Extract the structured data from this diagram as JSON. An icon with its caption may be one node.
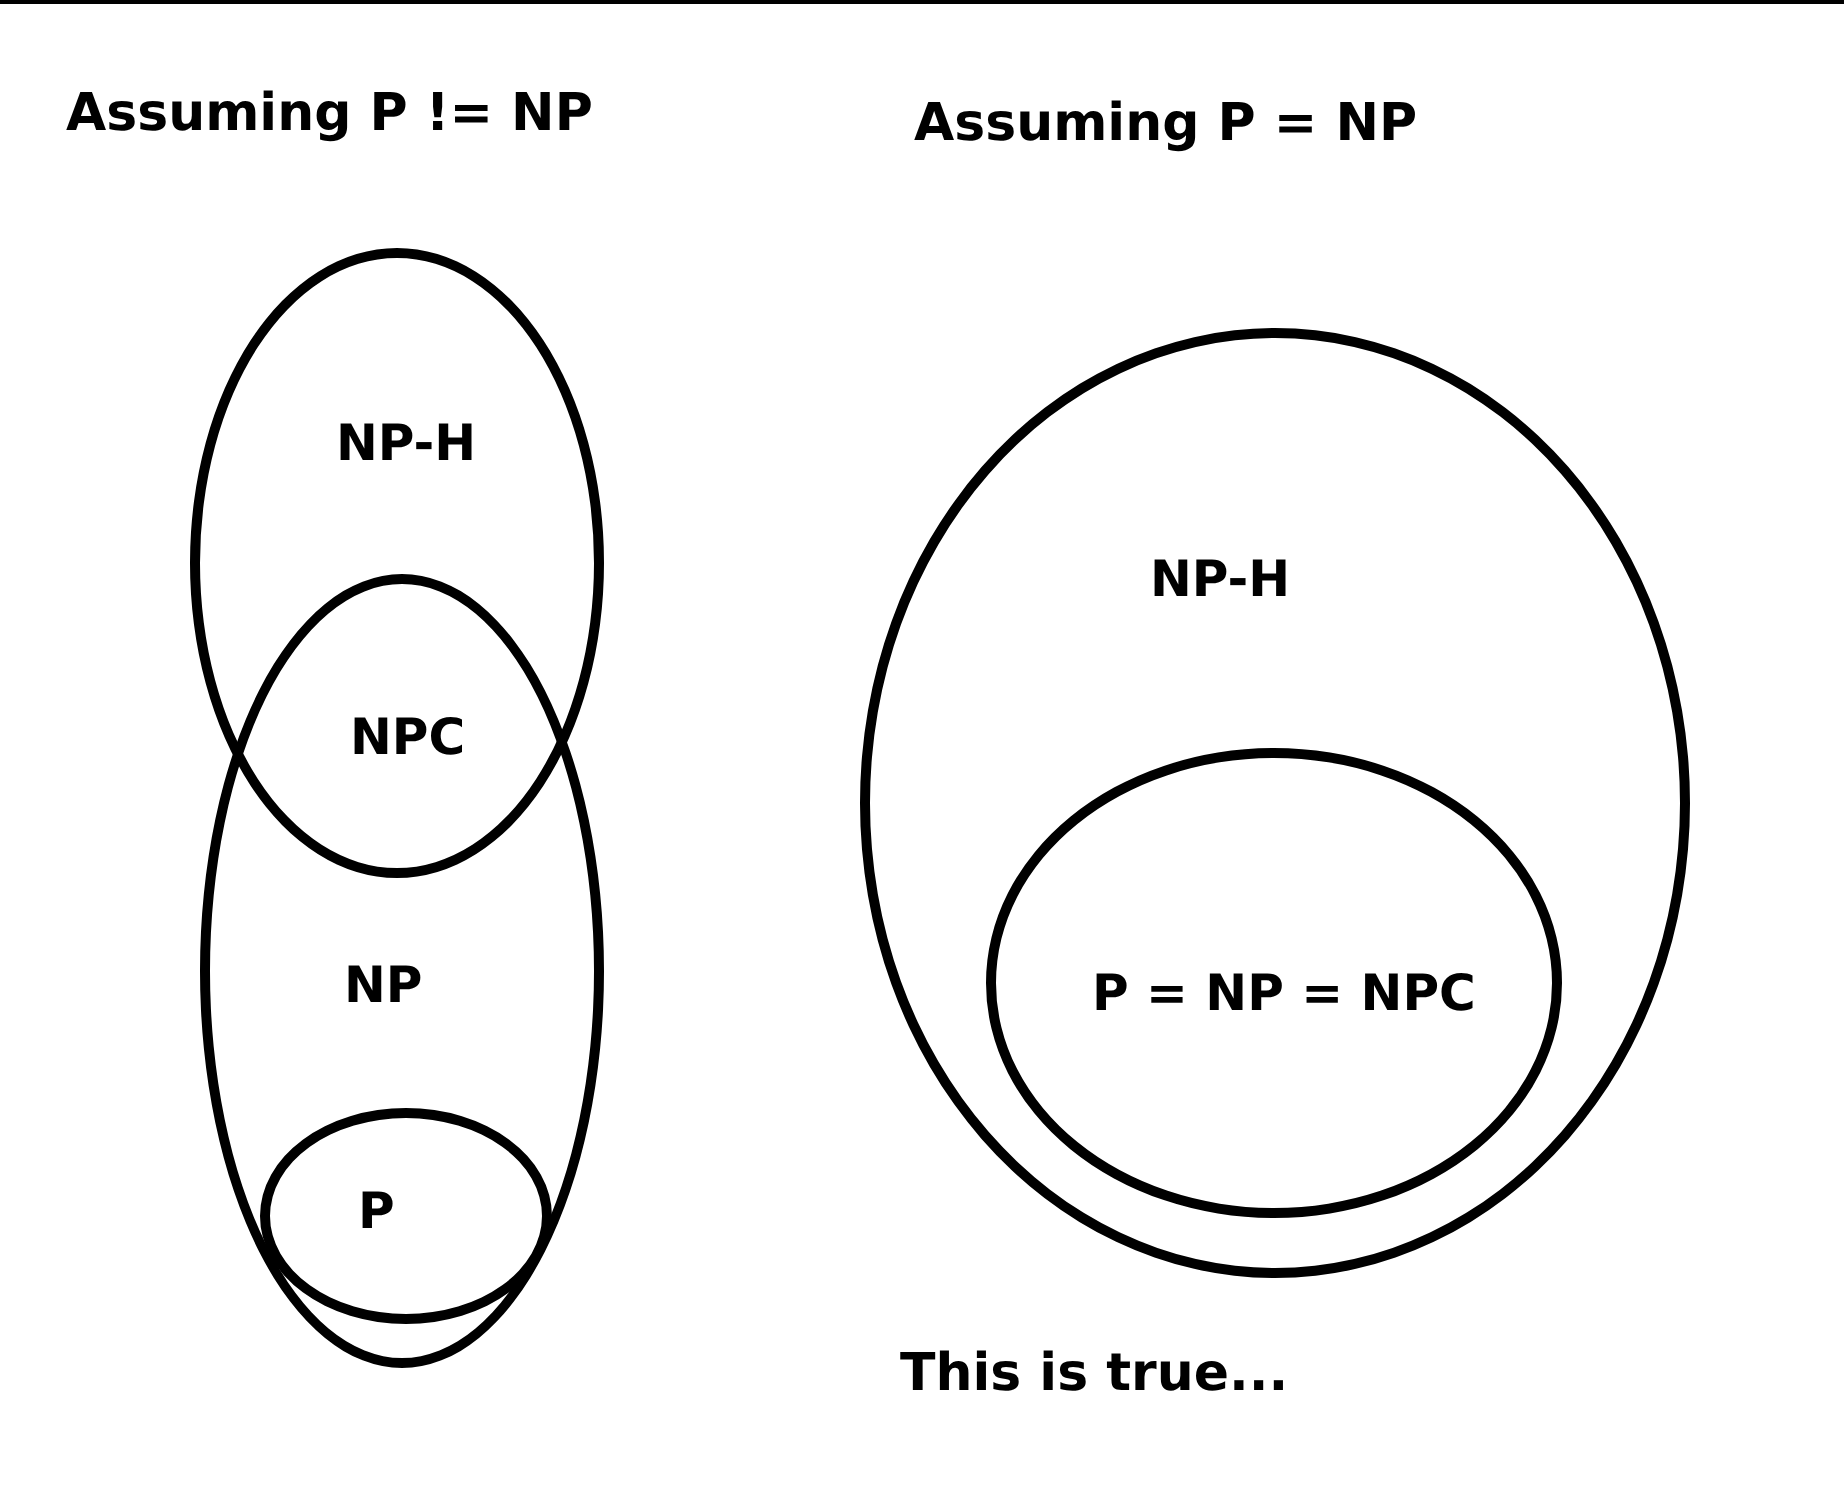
{
  "diagram": {
    "nodes": [
      {
        "text": [
          "NP-H"
        ]
      },
      {
        "text": [
          "NP"
        ]
      },
      {
        "text": [
          "P"
        ],
        "in": 1
      },
      {
        "text": [
          "NP-H"
        ]
      },
      {
        "text": [
          "P = NP = NPC"
        ],
        "in": 3
      }
    ],
    "labels": [
      "Assuming P != NP",
      "Assuming P = NP",
      "NPC",
      "This is true..."
    ]
  }
}
